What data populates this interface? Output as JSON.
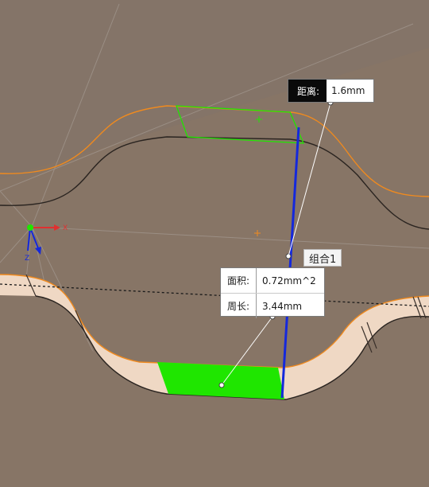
{
  "viewport": {
    "background": "#877566",
    "accent_green": "#1fe600",
    "edge_orange": "#f08a1e",
    "dimension_blue": "#1428dc"
  },
  "distance_callout": {
    "label": "距离:",
    "value": "1.6mm"
  },
  "area_callout": {
    "area_label": "面积:",
    "area_value": "0.72mm^2",
    "perimeter_label": "周长:",
    "perimeter_value": "3.44mm"
  },
  "group_tag": {
    "label": "组合1"
  },
  "triad": {
    "x_label": "X",
    "z_label": "Z"
  }
}
